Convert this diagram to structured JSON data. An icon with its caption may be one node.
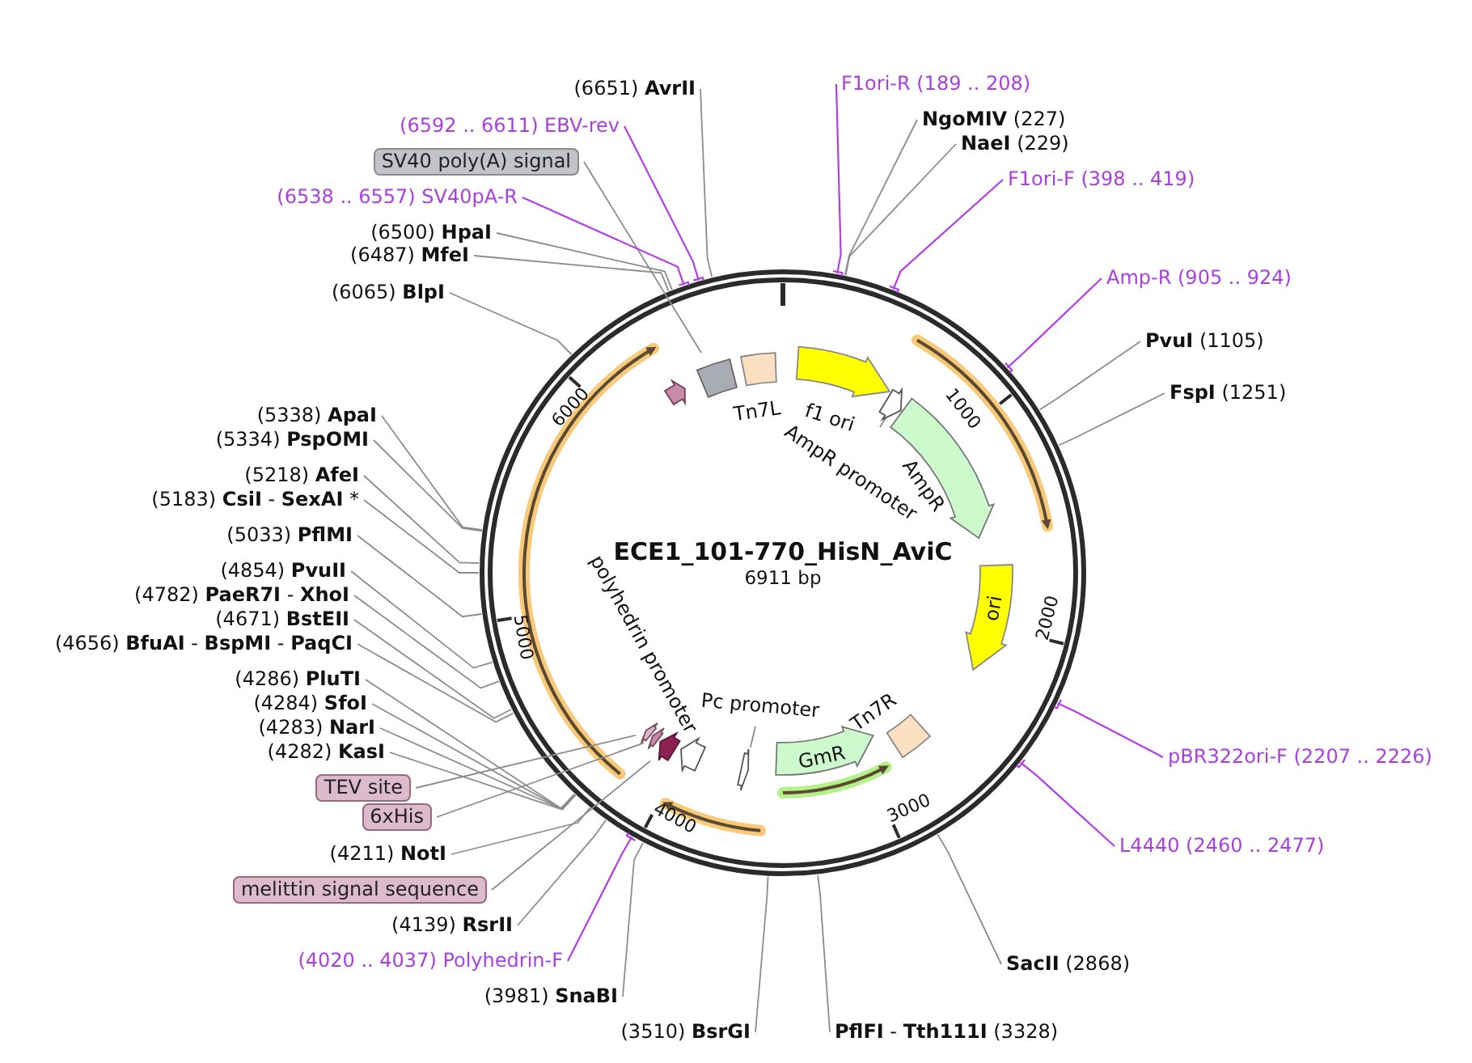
{
  "diagram": {
    "title": "ECE1_101-770_HisN_AviC",
    "nodes": [
      {
        "text": [
          "(6651) **AvrII**"
        ]
      },
      {
        "text": [
          "(6592 .. 6611) EBV-rev"
        ]
      },
      {
        "text": [
          "SV40 poly(A) signal"
        ]
      },
      {
        "text": [
          "(6538 .. 6557) SV40pA-R"
        ]
      },
      {
        "text": [
          "(6500) **HpaI**"
        ]
      },
      {
        "text": [
          "(6487) **MfeI**"
        ]
      },
      {
        "text": [
          "(6065) **BlpI**"
        ]
      },
      {
        "text": [
          "(5338) **ApaI**"
        ]
      },
      {
        "text": [
          "(5334) **PspOMI**"
        ]
      },
      {
        "text": [
          "(5218) **AfeI**"
        ]
      },
      {
        "text": [
          "(5183) **CsiI** - **SexAI** *"
        ]
      },
      {
        "text": [
          "(5033) **PflMI**"
        ]
      },
      {
        "text": [
          "(4854) **PvuII**"
        ]
      },
      {
        "text": [
          "(4782) **PaeR7I** - **XhoI**"
        ]
      },
      {
        "text": [
          "(4671) **BstEII**"
        ]
      },
      {
        "text": [
          "(4656) **BfuAI** - **BspMI** - **PaqCI**"
        ]
      },
      {
        "text": [
          "(4286) **PluTI**"
        ]
      },
      {
        "text": [
          "(4284) **SfoI**"
        ]
      },
      {
        "text": [
          "(4283) **NarI**"
        ]
      },
      {
        "text": [
          "(4282) **KasI**"
        ]
      },
      {
        "text": [
          "TEV site"
        ]
      },
      {
        "text": [
          "6xHis"
        ]
      },
      {
        "text": [
          "(4211) **NotI**"
        ]
      },
      {
        "text": [
          "melittin signal sequence"
        ]
      },
      {
        "text": [
          "(4139) **RsrII**"
        ]
      },
      {
        "text": [
          "(4020 .. 4037) Polyhedrin-F"
        ]
      },
      {
        "text": [
          "(3981) **SnaBI**"
        ]
      },
      {
        "text": [
          "(3510) **BsrGI**"
        ]
      },
      {
        "text": [
          "**PflFI** - **Tth111I** (3328)"
        ]
      },
      {
        "text": [
          "**SacII** (2868)"
        ]
      },
      {
        "text": [
          "L4440 (2460 .. 2477)"
        ]
      },
      {
        "text": [
          "pBR322ori-F (2207 .. 2226)"
        ]
      },
      {
        "text": [
          "**FspI** (1251)"
        ]
      },
      {
        "text": [
          "**PvuI** (1105)"
        ]
      },
      {
        "text": [
          "Amp-R (905 .. 924)"
        ]
      },
      {
        "text": [
          "F1ori-F (398 .. 419)"
        ]
      },
      {
        "text": [
          "**NaeI** (229)"
        ]
      },
      {
        "text": [
          "**NgoMIV** (227)"
        ]
      },
      {
        "text": [
          "F1ori-R (189 .. 208)"
        ]
      },
      {
        "text": [],
        "shape": "box"
      },
      {
        "text": [
          "Tn7L"
        ]
      },
      {
        "text": [
          "f1 ori"
        ]
      },
      {
        "text": [
          "AmpR promoter"
        ]
      },
      {
        "text": [
          "AmpR"
        ]
      },
      {
        "text": [
          "ori"
        ]
      },
      {
        "text": [
          "Tn7R"
        ]
      },
      {
        "text": [
          "GmR"
        ]
      },
      {
        "text": [
          "Pc promoter"
        ]
      },
      {
        "text": [
          "polyhedrin promoter"
        ]
      },
      {
        "text": [],
        "shape": "arrow"
      },
      {
        "text": [],
        "shape": "arrow"
      },
      {
        "text": [],
        "shape": "arrow"
      },
      {
        "text": [],
        "shape": "arrow"
      },
      {
        "text": [],
        "shape": "arrow"
      },
      {
        "text": [],
        "shape": "arrow"
      }
    ],
    "edges": [
      {
        "from": 0,
        "to": null,
        "arrow": "none"
      },
      {
        "from": 1,
        "to": null,
        "arrow": "none",
        "color": "#b23fe6"
      },
      {
        "from": 2,
        "to": 39,
        "arrow": "none"
      },
      {
        "from": 3,
        "to": null,
        "arrow": "none",
        "color": "#b23fe6"
      },
      {
        "from": 4,
        "to": null,
        "arrow": "none"
      },
      {
        "from": 5,
        "to": null,
        "arrow": "none"
      },
      {
        "from": 6,
        "to": null,
        "arrow": "none"
      },
      {
        "from": 7,
        "to": null,
        "arrow": "none"
      },
      {
        "from": 8,
        "to": null,
        "arrow": "none"
      },
      {
        "from": 9,
        "to": null,
        "arrow": "none"
      },
      {
        "from": 10,
        "to": null,
        "arrow": "none"
      },
      {
        "from": 11,
        "to": null,
        "arrow": "none"
      },
      {
        "from": 12,
        "to": null,
        "arrow": "none"
      },
      {
        "from": 13,
        "to": null,
        "arrow": "none"
      },
      {
        "from": 14,
        "to": null,
        "arrow": "none"
      },
      {
        "from": 15,
        "to": null,
        "arrow": "none"
      },
      {
        "from": 16,
        "to": null,
        "arrow": "none"
      },
      {
        "from": 17,
        "to": null,
        "arrow": "none"
      },
      {
        "from": 18,
        "to": null,
        "arrow": "none"
      },
      {
        "from": 19,
        "to": null,
        "arrow": "none"
      },
      {
        "from": 20,
        "to": 51,
        "arrow": "none"
      },
      {
        "from": 21,
        "to": 50,
        "arrow": "none"
      },
      {
        "from": 22,
        "to": null,
        "arrow": "none"
      },
      {
        "from": 23,
        "to": 49,
        "arrow": "none"
      },
      {
        "from": 24,
        "to": null,
        "arrow": "none"
      },
      {
        "from": 25,
        "to": null,
        "arrow": "none",
        "color": "#b23fe6"
      },
      {
        "from": 26,
        "to": null,
        "arrow": "none"
      },
      {
        "from": 27,
        "to": null,
        "arrow": "none"
      },
      {
        "from": 28,
        "to": null,
        "arrow": "none"
      },
      {
        "from": 29,
        "to": null,
        "arrow": "none"
      },
      {
        "from": 30,
        "to": null,
        "arrow": "none",
        "color": "#b23fe6"
      },
      {
        "from": 31,
        "to": null,
        "arrow": "none",
        "color": "#b23fe6"
      },
      {
        "from": 32,
        "to": null,
        "arrow": "none"
      },
      {
        "from": 33,
        "to": null,
        "arrow": "none"
      },
      {
        "from": 34,
        "to": null,
        "arrow": "none",
        "color": "#b23fe6"
      },
      {
        "from": 35,
        "to": null,
        "arrow": "none",
        "color": "#b23fe6"
      },
      {
        "from": 36,
        "to": null,
        "arrow": "none"
      },
      {
        "from": 37,
        "to": null,
        "arrow": "none"
      },
      {
        "from": 38,
        "to": null,
        "arrow": "none",
        "color": "#b23fe6"
      },
      {
        "from": 42,
        "to": 53,
        "arrow": "none"
      },
      {
        "from": 47,
        "to": 54,
        "arrow": "none"
      }
    ],
    "labels": [
      "1000",
      "2000",
      "3000",
      "4000",
      "5000",
      "6000",
      "6911 bp"
    ]
  }
}
